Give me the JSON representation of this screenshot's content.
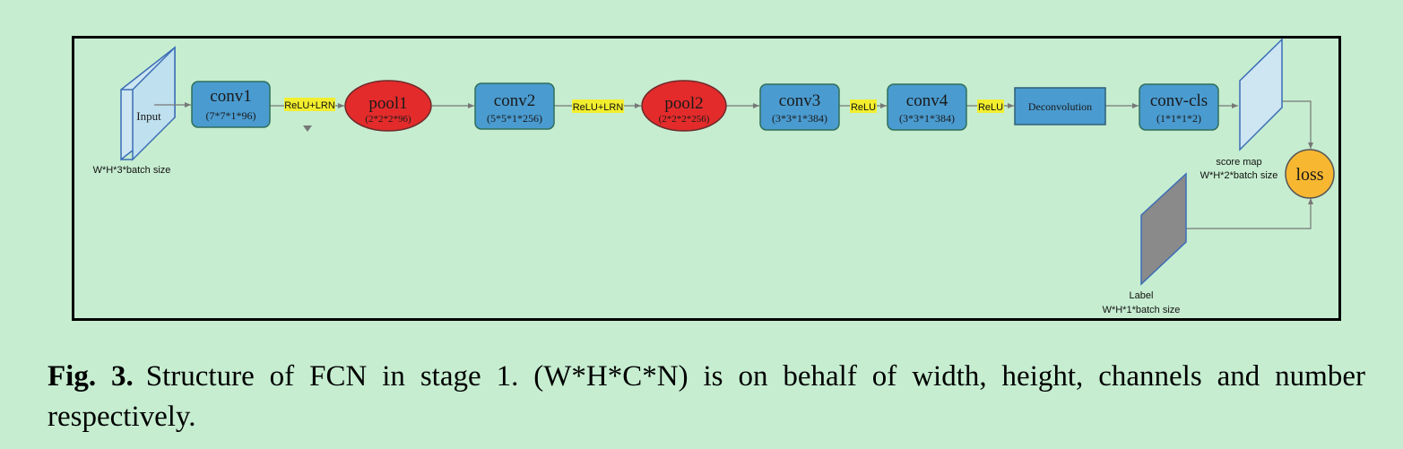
{
  "diagram": {
    "input": {
      "label": "Input",
      "dims": "W*H*3*batch size"
    },
    "layers": [
      {
        "title": "conv1",
        "sub": "(7*7*1*96)"
      },
      {
        "title": "pool1",
        "sub": "(2*2*2*96)"
      },
      {
        "title": "conv2",
        "sub": "(5*5*1*256)"
      },
      {
        "title": "pool2",
        "sub": "(2*2*2*256)"
      },
      {
        "title": "conv3",
        "sub": "(3*3*1*384)"
      },
      {
        "title": "conv4",
        "sub": "(3*3*1*384)"
      },
      {
        "title": "Deconvolution"
      },
      {
        "title": "conv-cls",
        "sub": "(1*1*1*2)"
      }
    ],
    "activations": [
      "ReLU+LRN",
      "ReLU+LRN",
      "ReLU",
      "ReLU"
    ],
    "score_map": {
      "label": "score map",
      "dims": "W*H*2*batch size"
    },
    "loss": "loss",
    "label_map": {
      "label": "Label",
      "dims": "W*H*1*batch size"
    },
    "colors": {
      "conv": "#4a9bd0",
      "pool": "#e32b2b",
      "loss": "#f7b731",
      "highlight": "#f2ee2e",
      "input_plane": "#cde6f2",
      "label_plane": "#8a8a8a"
    }
  },
  "caption": {
    "label": "Fig. 3.",
    "text": "Structure of FCN in stage 1. (W*H*C*N) is on behalf of width, height, channels and number respectively."
  }
}
